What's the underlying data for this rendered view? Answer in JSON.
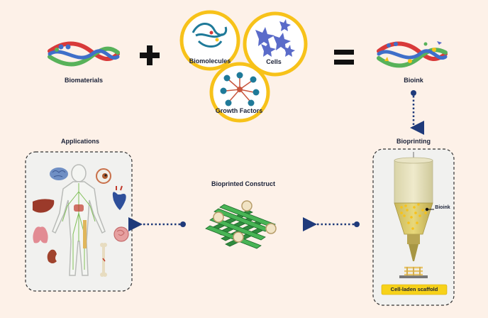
{
  "labels": {
    "biomaterials": "Biomaterials",
    "biomolecules": "Biomolecules",
    "cells": "Cells",
    "growth_factors": "Growth Factors",
    "bioink": "Bioink",
    "bioprinting": "Bioprinting",
    "applications": "Applications",
    "bioprinted_construct": "Bioprinted Construct",
    "bioink_pointer": "Bioink",
    "scaffold": "Cell-laden scaffold"
  },
  "operators": {
    "plus": "+",
    "equals": "="
  },
  "colors": {
    "background": "#fdf1e8",
    "ring": "#f7c21a",
    "arrow": "#1f3a7a",
    "strand_red": "#d83a3a",
    "strand_green": "#58b25a",
    "strand_blue": "#3f6fc9",
    "scaffold_green": "#3fa34d",
    "ink_yellow": "#f4d24a"
  }
}
